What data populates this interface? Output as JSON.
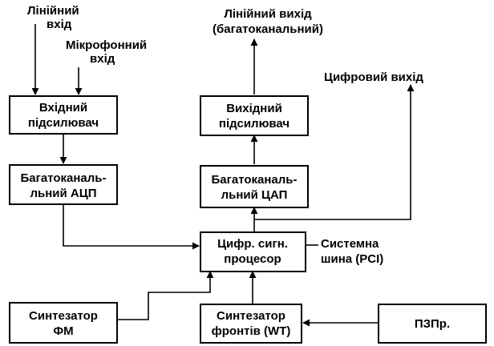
{
  "inputs": {
    "line_in": [
      "Лінійний",
      "вхід"
    ],
    "mic_in": [
      "Мікрофонний",
      "вхід"
    ]
  },
  "outputs": {
    "line_out": [
      "Лінійний вихід",
      "(багатоканальний)"
    ],
    "digital_out": "Цифровий вихід"
  },
  "blocks": {
    "input_amp": [
      "Вхідний",
      "підсилювач"
    ],
    "adc": [
      "Багатоканаль-",
      "льний АЦП"
    ],
    "output_amp": [
      "Вихідний",
      "підсилювач"
    ],
    "dac": [
      "Багатоканаль-",
      "льний ЦАП"
    ],
    "dsp": [
      "Цифр. сигн.",
      "процесор"
    ],
    "fm_synth": [
      "Синтезатор",
      "ФМ"
    ],
    "wt_synth": [
      "Синтезатор",
      "фронтів (WT)"
    ],
    "rom": "ПЗПр."
  },
  "bus": [
    "Системна",
    "шина (PCI)"
  ]
}
